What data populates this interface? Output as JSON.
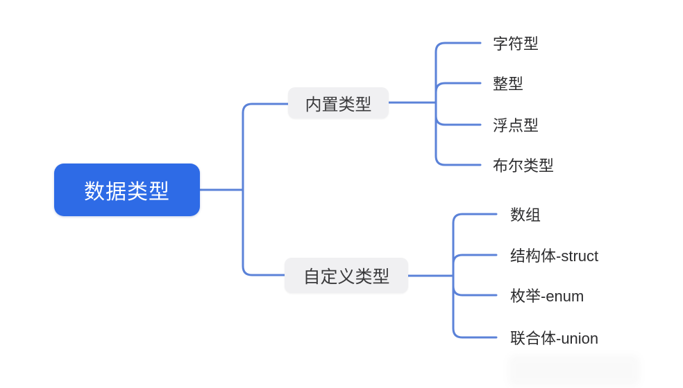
{
  "diagram": {
    "type": "mindmap",
    "root": {
      "label": "数据类型"
    },
    "branches": [
      {
        "label": "内置类型",
        "children": [
          {
            "label": "字符型"
          },
          {
            "label": "整型"
          },
          {
            "label": "浮点型"
          },
          {
            "label": "布尔类型"
          }
        ]
      },
      {
        "label": "自定义类型",
        "children": [
          {
            "label": "数组"
          },
          {
            "label": "结构体-struct"
          },
          {
            "label": "枚举-enum"
          },
          {
            "label": "联合体-union"
          }
        ]
      }
    ],
    "colors": {
      "root_bg": "#2E6BE6",
      "root_text": "#FFFFFF",
      "branch_bg": "#F0F0F2",
      "branch_text": "#3A3A3C",
      "leaf_text": "#2C2C2E",
      "line": "#5B82D8",
      "canvas": "#FFFFFF"
    }
  }
}
